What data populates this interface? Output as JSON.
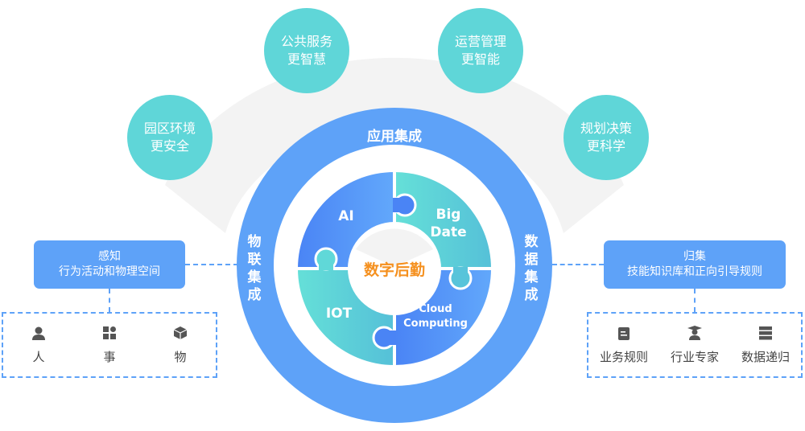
{
  "bubbles": [
    {
      "line1": "园区环境",
      "line2": "更安全"
    },
    {
      "line1": "公共服务",
      "line2": "更智慧"
    },
    {
      "line1": "运营管理",
      "line2": "更智能"
    },
    {
      "line1": "规划决策",
      "line2": "更科学"
    }
  ],
  "ring": {
    "top": "应用集成",
    "left": "物联集成",
    "right": "数据集成"
  },
  "puzzle": {
    "ai": "AI",
    "bigdata_1": "Big",
    "bigdata_2": "Date",
    "iot": "IOT",
    "cloud_1": "Cloud",
    "cloud_2": "Computing",
    "center": "数字后勤"
  },
  "left_panel": {
    "title": "感知",
    "subtitle": "行为活动和物理空间",
    "items": [
      {
        "icon": "person-icon",
        "label": "人"
      },
      {
        "icon": "apps-icon",
        "label": "事"
      },
      {
        "icon": "cube-icon",
        "label": "物"
      }
    ]
  },
  "right_panel": {
    "title": "归集",
    "subtitle": "技能知识库和正向引导规则",
    "items": [
      {
        "icon": "clipboard-icon",
        "label": "业务规则"
      },
      {
        "icon": "graduate-icon",
        "label": "行业专家"
      },
      {
        "icon": "server-icon",
        "label": "数据递归"
      }
    ]
  },
  "colors": {
    "teal": "#5fd6d8",
    "blue": "#5ea2f8",
    "deep_blue": "#4a86f6",
    "orange": "#f5901e",
    "gray_arc": "#f3f3f3"
  }
}
